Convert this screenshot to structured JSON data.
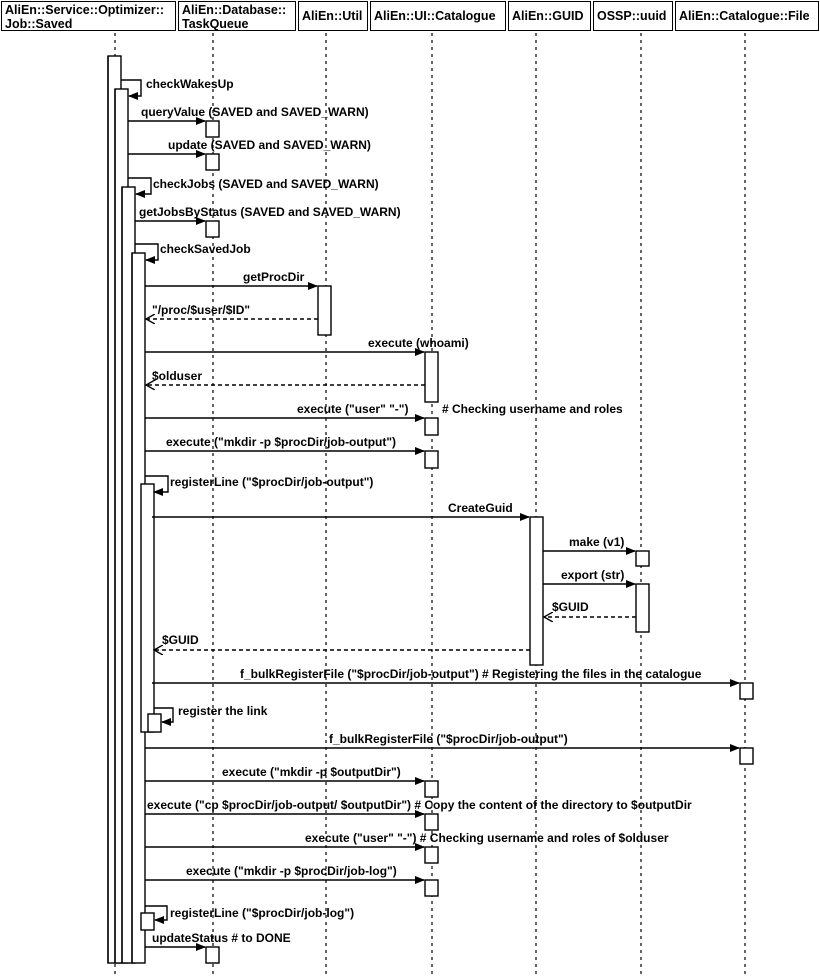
{
  "participants": [
    {
      "line1": "AliEn::Service::Optimizer::",
      "line2": "Job::Saved"
    },
    {
      "line1": "AliEn::Database::",
      "line2": "TaskQueue"
    },
    {
      "line1": "AliEn::Util",
      "line2": ""
    },
    {
      "line1": "AliEn::UI::Catalogue",
      "line2": ""
    },
    {
      "line1": "AliEn::GUID",
      "line2": ""
    },
    {
      "line1": "OSSP::uuid",
      "line2": ""
    },
    {
      "line1": "AliEn::Catalogue::File",
      "line2": ""
    }
  ],
  "messages": [
    {
      "label": "checkWakesUp"
    },
    {
      "label": "queryValue (SAVED and SAVED_WARN)"
    },
    {
      "label": "update (SAVED and SAVED_WARN)"
    },
    {
      "label": "checkJobs (SAVED and SAVED_WARN)"
    },
    {
      "label": "getJobsByStatus (SAVED and SAVED_WARN)"
    },
    {
      "label": "checkSavedJob"
    },
    {
      "label": "getProcDir"
    },
    {
      "label": "\"/proc/$user/$ID\""
    },
    {
      "label": "execute (whoami)"
    },
    {
      "label": "$olduser"
    },
    {
      "label": "execute (\"user\" \"-\")"
    },
    {
      "label": "# Checking username and roles"
    },
    {
      "label": "execute (\"mkdir -p $procDir/job-output\")"
    },
    {
      "label": "registerLine (\"$procDir/job-output\")"
    },
    {
      "label": "CreateGuid"
    },
    {
      "label": "make (v1)"
    },
    {
      "label": "export (str)"
    },
    {
      "label": "$GUID"
    },
    {
      "label": "$GUID"
    },
    {
      "label": "f_bulkRegisterFile (\"$procDir/job-output\") # Registering the files in the catalogue"
    },
    {
      "label": "register the link"
    },
    {
      "label": "f_bulkRegisterFile (\"$procDir/job-output\")"
    },
    {
      "label": "execute (\"mkdir -p $outputDir\")"
    },
    {
      "label": "execute (\"cp $procDir/job-output/ $outputDir\") # Copy the content of the directory to $outputDir"
    },
    {
      "label": "execute (\"user\" \"-\") # Checking username and roles of $olduser"
    },
    {
      "label": "execute (\"mkdir -p $procDir/job-log\")"
    },
    {
      "label": "registerLine (\"$procDir/job-log\")"
    },
    {
      "label": "updateStatus # to DONE"
    }
  ]
}
